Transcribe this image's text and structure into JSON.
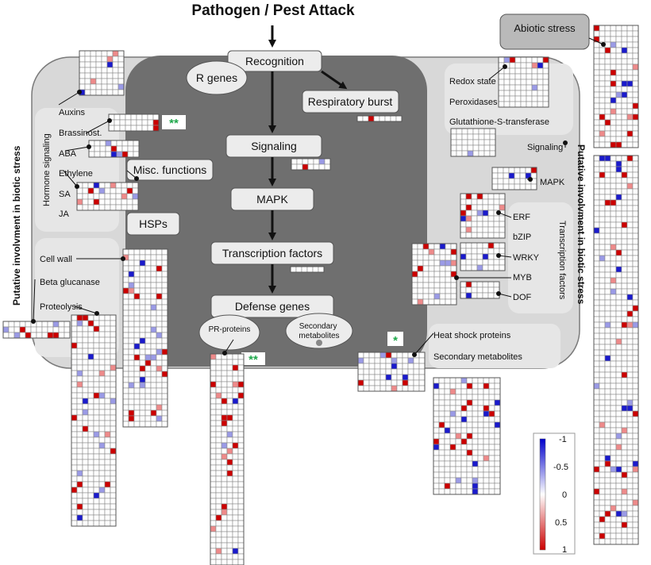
{
  "title": "Pathogen / Pest Attack",
  "abiotic_stress": "Abiotic stress",
  "core": {
    "recognition": "Recognition",
    "r_genes": "R genes",
    "respiratory_burst": "Respiratory burst",
    "signaling": "Signaling",
    "mapk": "MAPK",
    "transcription_factors": "Transcription factors",
    "defense_genes": "Defense genes",
    "pr_proteins": "PR-proteins",
    "secondary_metabolites": "Secondary metabolites"
  },
  "left": {
    "hormone_signaling": "Hormone signaling",
    "auxins": "Auxins",
    "brassinost": "Brassinost.",
    "aba": "ABA",
    "ethylene": "Ethylene",
    "sa": "SA",
    "ja": "JA",
    "misc_functions": "Misc. functions",
    "hsps": "HSPs",
    "cell_wall": "Cell wall",
    "beta_glucanase": "Beta glucanase",
    "proteolysis": "Proteolysis",
    "putative": "Putative involvment in biotic stress"
  },
  "right": {
    "redox_state": "Redox state",
    "peroxidases": "Peroxidases",
    "glutathione": "Glutathione-S-transferase",
    "signaling": "Signaling",
    "mapk": "MAPK",
    "erf": "ERF",
    "bzip": "bZIP",
    "wrky": "WRKY",
    "myb": "MYB",
    "dof": "DOF",
    "transcription_factors": "Transcription factors",
    "heat_shock": "Heat shock proteins",
    "secondary_metabolites": "Secondary metabolites",
    "putative": "Putative involvment in biotic stress"
  },
  "significance": {
    "brassinost": "**",
    "pr_proteins": "**",
    "heat_shock": "*"
  },
  "legend": {
    "ticks": [
      "-1",
      "-0.5",
      "0",
      "0.5",
      "1"
    ],
    "colors": {
      "low": "#0000cc",
      "mid": "#ffffff",
      "high": "#cc0000"
    }
  },
  "colors": {
    "outer_panel": "#d8d8d8",
    "inner_panel": "#6f6f6f",
    "box_fill": "#ececec",
    "grid_line": "#8a8a8a",
    "signif_green": "#1fa84b"
  }
}
